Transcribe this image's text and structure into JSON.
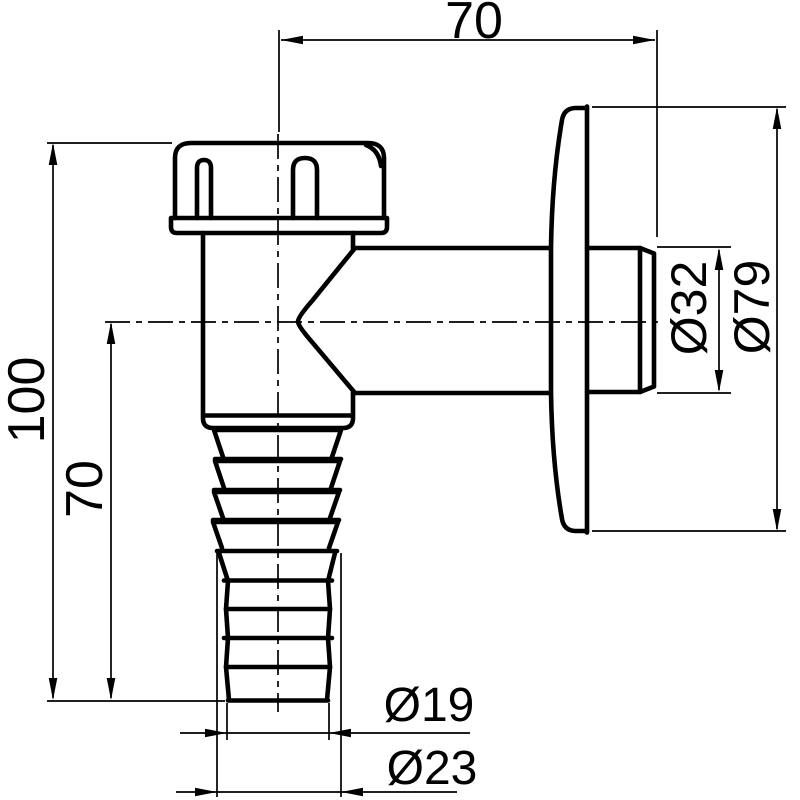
{
  "drawing": {
    "background": "#ffffff",
    "line_color": "#000000",
    "labels": {
      "top_width": "70",
      "overall_height": "100",
      "axis_to_end_height": "70",
      "outlet_diameter": "Ø32",
      "rosette_diameter": "Ø79",
      "hose_end_diameter": "Ø19",
      "hose_barb_diameter": "Ø23"
    }
  }
}
